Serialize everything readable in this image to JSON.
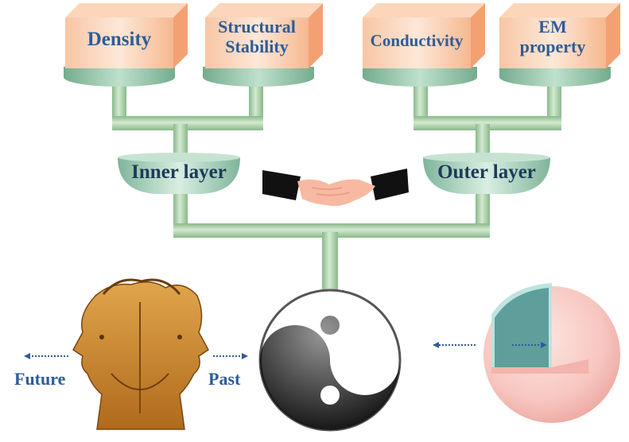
{
  "properties": {
    "density": "Density",
    "structural_stability_line1": "Structural",
    "structural_stability_line2": "Stability",
    "conductivity": "Conductivity",
    "em_property_line1": "EM",
    "em_property_line2": "property"
  },
  "layers": {
    "inner": "Inner layer",
    "outer": "Outer layer"
  },
  "time": {
    "future": "Future",
    "past": "Past"
  },
  "colors": {
    "box_front": "#f7b48a",
    "box_side": "#f4a47a",
    "box_top": "#fbd2b4",
    "label_blue": "#2f5c98",
    "pipe_green": "#a7cfa6",
    "bowl_teal": "#8cbfa6",
    "sphere_pink": "#f7c8c4",
    "core_teal": "#5e9f9c"
  },
  "icons": {
    "handshake": "handshake-icon",
    "yinyang": "yin-yang-icon",
    "janus": "janus-head-icon",
    "sphere": "core-shell-sphere-icon"
  }
}
